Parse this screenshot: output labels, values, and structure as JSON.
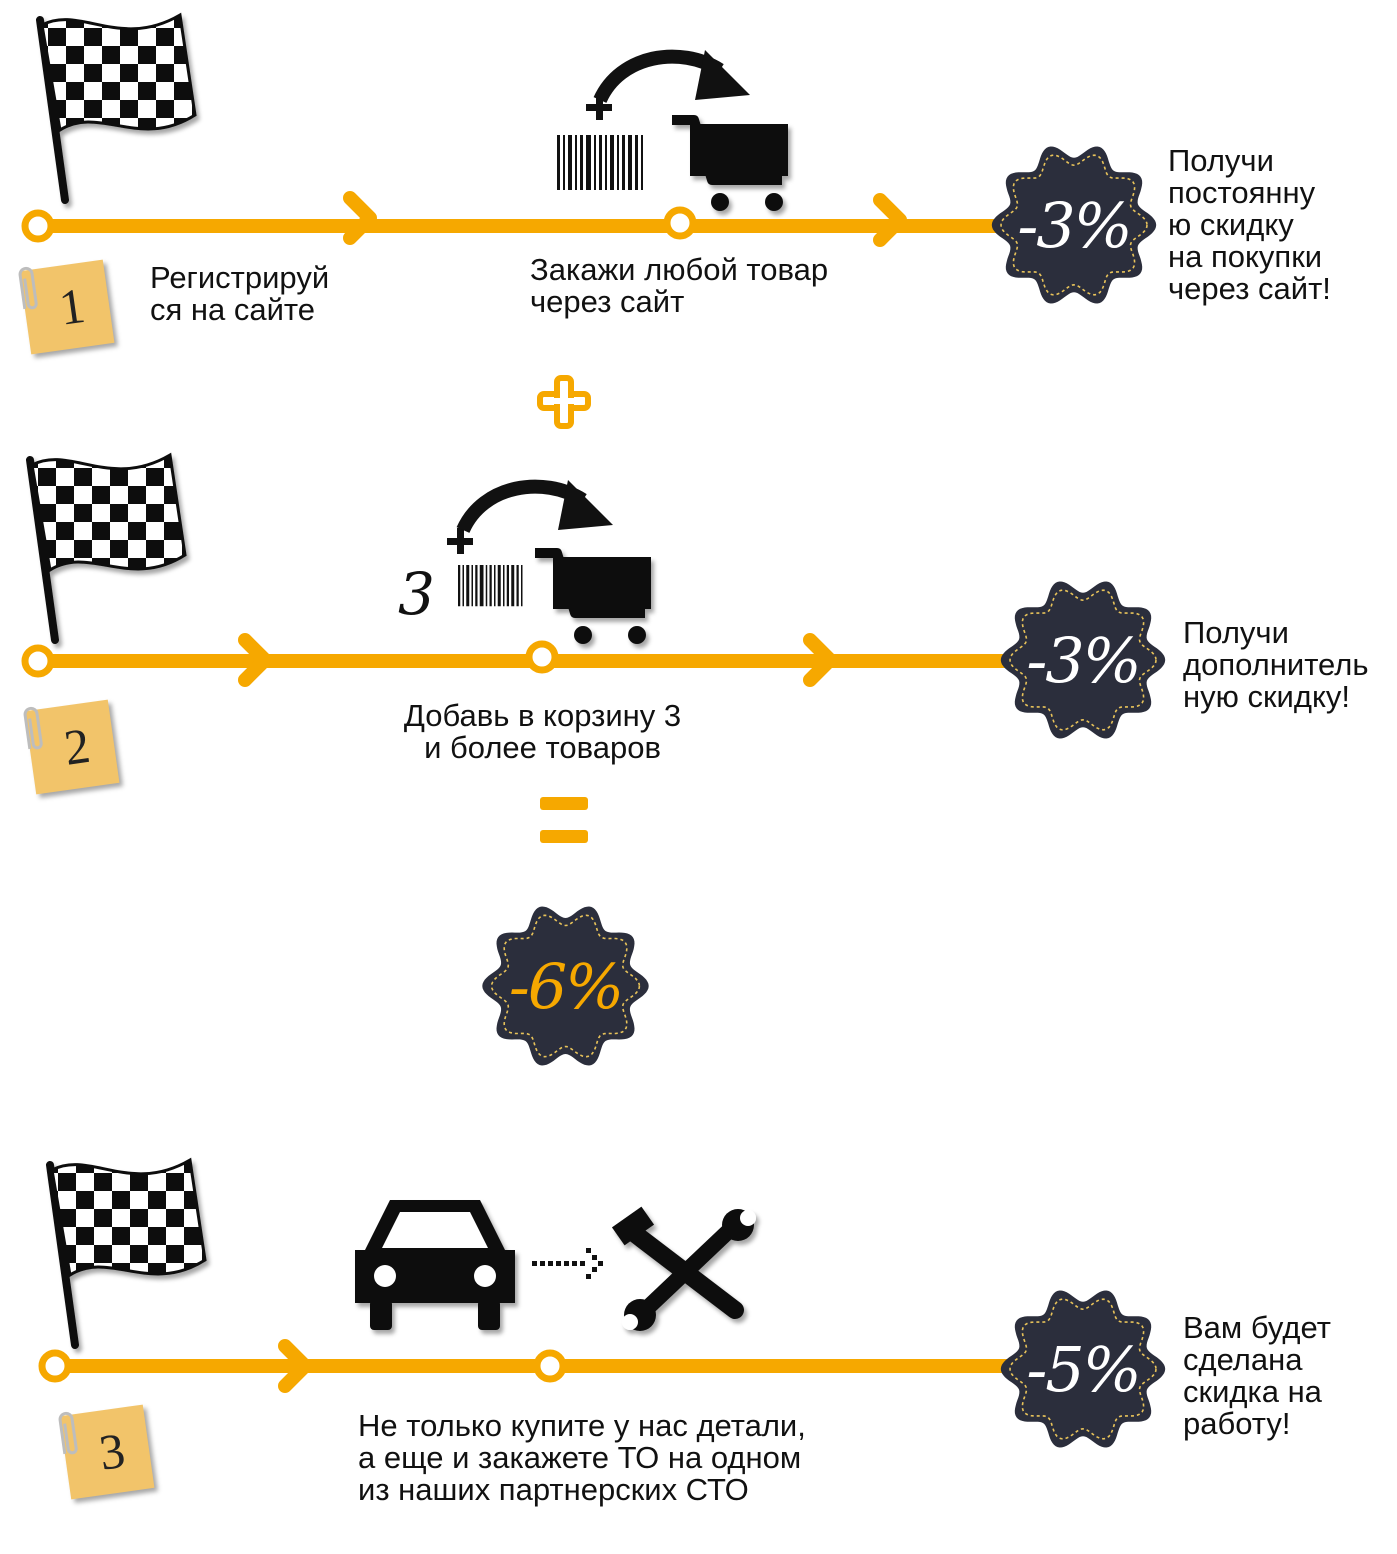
{
  "colors": {
    "accent": "#f6a800",
    "badge_bg": "#2b2e3c",
    "badge_stitch": "#e8c35a",
    "icon": "#111111"
  },
  "icons": [
    "checkered-flag-icon",
    "barcode-icon",
    "plus-icon",
    "arrow-icon",
    "shopping-cart-icon",
    "car-icon",
    "tools-icon",
    "dotted-arrow-icon",
    "paperclip-icon"
  ],
  "steps": [
    {
      "number": "1",
      "label": "Регистрируй\nся на сайте",
      "middle_label": "Закажи любой товар\nчерез сайт",
      "badge": "-3%",
      "result": "Получи\nпостоянну\nю скидку\nна покупки\nчерез сайт!"
    },
    {
      "number": "2",
      "quantity": "3",
      "middle_label": "Добавь в корзину 3\nи более товаров",
      "badge": "-3%",
      "result": "Получи\nдополнитель\nную скидку!"
    },
    {
      "number": "3",
      "middle_label": "Не только купите у нас детали,\nа еще и закажете ТО на одном\nиз наших партнерских СТО",
      "badge": "-5%",
      "result": "Вам будет\nсделана\nскидка на\nработу!"
    }
  ],
  "operators": {
    "plus": "+",
    "equals": "="
  },
  "total_badge": "-6%"
}
